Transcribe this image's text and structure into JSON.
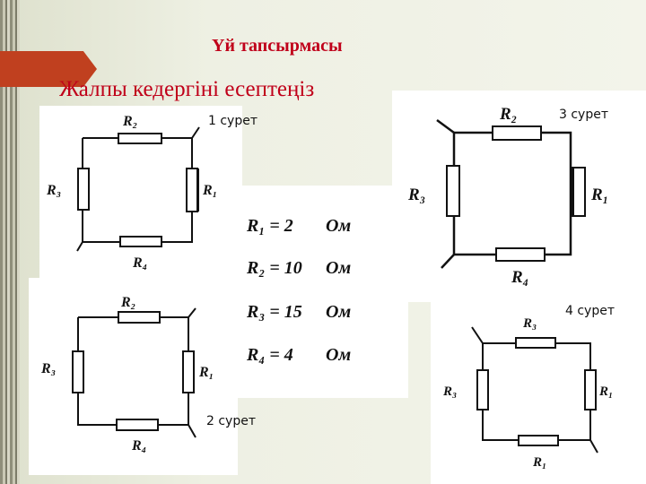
{
  "header": {
    "title": "Үй тапсырмасы",
    "subtitle": "Жалпы кедергіні есептеңіз"
  },
  "circuits": {
    "c1": {
      "caption": "1 сурет",
      "top": "R₂",
      "left": "R₃",
      "right": "R₁",
      "bottom": "R₄"
    },
    "c2": {
      "caption": "2 сурет",
      "top": "R₂",
      "left": "R₃",
      "right": "R₁",
      "bottom": "R₄"
    },
    "c3": {
      "caption": "3 сурет",
      "top": "R₂",
      "left": "R₃",
      "right": "R₁",
      "bottom": "R₄"
    },
    "c4": {
      "caption": "4  сурет",
      "top": "R₃",
      "left": "R₃",
      "right": "R₁",
      "bottom": "R₁"
    }
  },
  "values": [
    {
      "expr": "R₁ = 2",
      "unit": "Ом"
    },
    {
      "expr": "R₂ = 10",
      "unit": "Ом"
    },
    {
      "expr": "R₃ = 15",
      "unit": "Ом"
    },
    {
      "expr": "R₄ = 4",
      "unit": "Ом"
    }
  ],
  "colors": {
    "title": "#c0001a",
    "accent_tab": "#c0401f"
  }
}
